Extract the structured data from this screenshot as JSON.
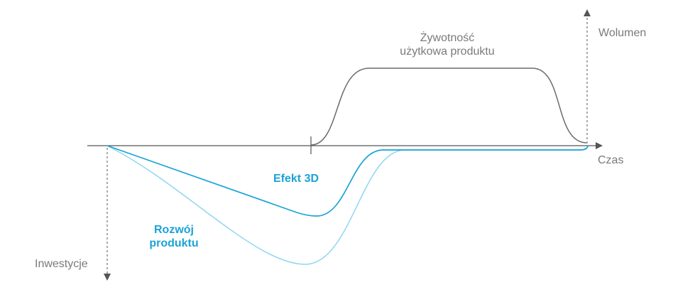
{
  "labels": {
    "lifetime_line1": "Żywotność",
    "lifetime_line2": "użytkowa produktu",
    "volume": "Wolumen",
    "time": "Czas",
    "investment": "Inwestycje",
    "effect_3d": "Efekt 3D",
    "development_line1": "Rozwój",
    "development_line2": "produktu"
  },
  "colors": {
    "axis": "#555555",
    "lifetime_curve": "#6b6b6b",
    "effect_3d_curve": "#1ba3d6",
    "development_curve": "#8fd6f0",
    "text_gray": "#7a7a7a",
    "text_blue": "#1ba3d6"
  }
}
